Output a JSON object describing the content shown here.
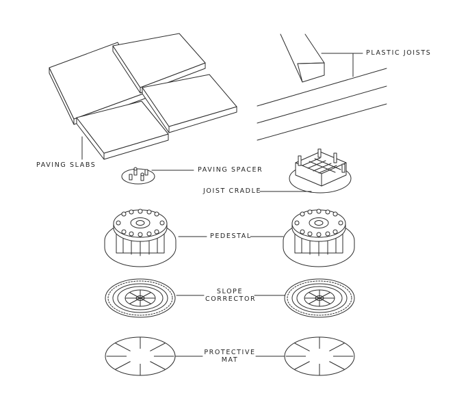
{
  "labels": {
    "plastic_joists": "PLASTIC JOISTS",
    "paving_slabs": "PAVING SLABS",
    "paving_spacer": "PAVING SPACER",
    "joist_cradle": "JOIST CRADLE",
    "pedestal": "PEDESTAL",
    "slope_corrector_line1": "SLOPE",
    "slope_corrector_line2": "CORRECTOR",
    "protective_mat_line1": "PROTECTIVE",
    "protective_mat_line2": "MAT"
  },
  "colors": {
    "stroke": "#2a2a2a",
    "background": "#ffffff"
  }
}
